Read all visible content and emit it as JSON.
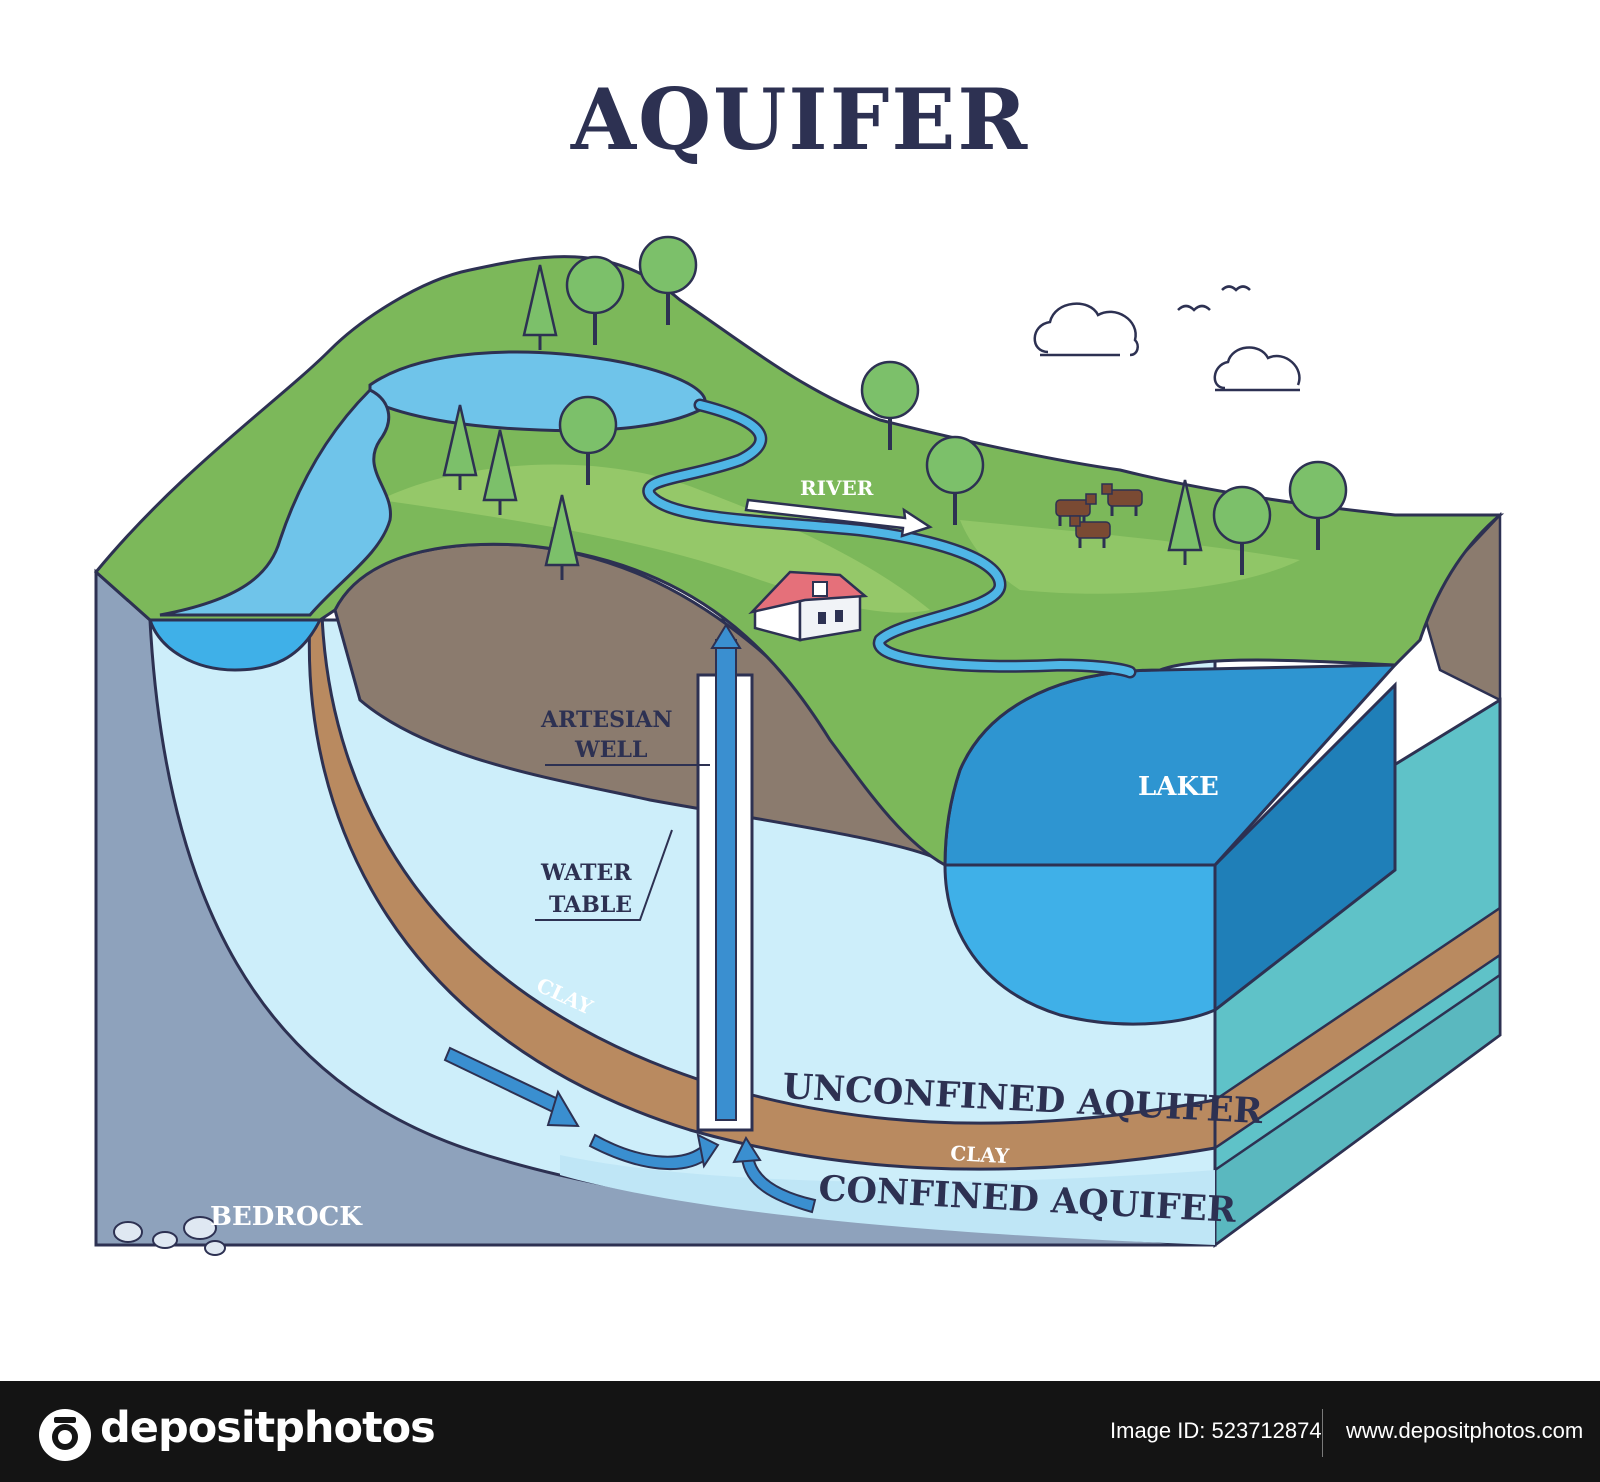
{
  "title": "AQUIFER",
  "labels": {
    "river": "RIVER",
    "lake": "LAKE",
    "artesian_well_line1": "ARTESIAN",
    "artesian_well_line2": "WELL",
    "water_table_line1": "WATER",
    "water_table_line2": "TABLE",
    "clay_upper": "CLAY",
    "clay_lower": "CLAY",
    "unconfined_aquifer": "UNCONFINED AQUIFER",
    "confined_aquifer": "CONFINED AQUIFER",
    "bedrock": "BEDROCK"
  },
  "colors": {
    "grass": "#7cb85a",
    "grass_light": "#9fcf6f",
    "water_light": "#cdeefa",
    "lake": "#3fb0e8",
    "lake_dark": "#1f7fb8",
    "clay": "#b98a60",
    "soil": "#8b7b6e",
    "bedrock": "#8ea2bc",
    "side_teal": "#5fc2c8",
    "outline": "#2d3152"
  },
  "icons": {
    "camera": "camera-icon"
  },
  "footer": {
    "brand": "depositphotos",
    "image_id": "Image ID: 523712874",
    "url": "www.depositphotos.com"
  }
}
